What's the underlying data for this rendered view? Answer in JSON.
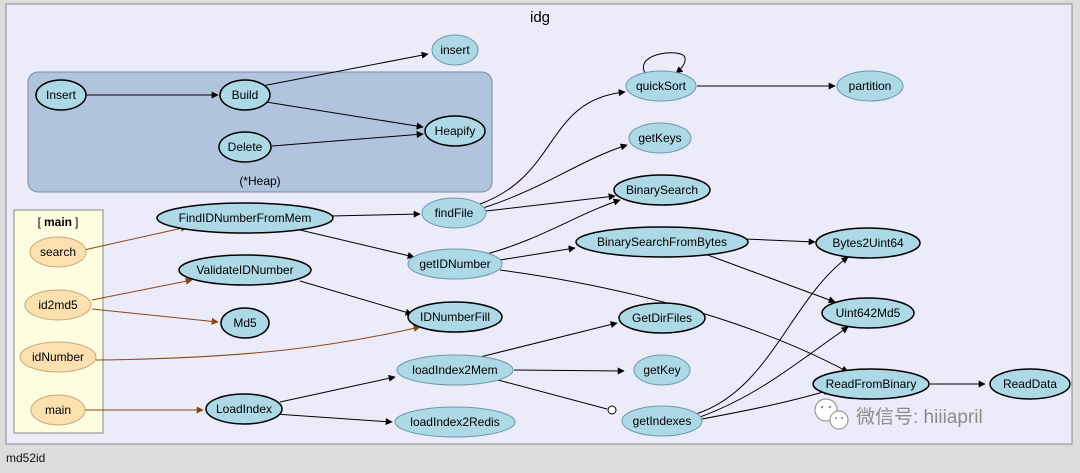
{
  "graph": {
    "title": "idg",
    "status_text": "md52id",
    "watermark": "微信号: hiiiapril",
    "clusters": {
      "heap": {
        "label": "(*Heap)"
      },
      "main": {
        "label": "main"
      }
    },
    "nodes": {
      "insert": "insert",
      "quickSort": "quickSort",
      "partition": "partition",
      "Insert": "Insert",
      "Build": "Build",
      "Heapify": "Heapify",
      "Delete": "Delete",
      "getKeys": "getKeys",
      "BinarySearch": "BinarySearch",
      "findFile": "findFile",
      "FindIDNumberFromMem": "FindIDNumberFromMem",
      "search": "search",
      "getIDNumber": "getIDNumber",
      "BinarySearchFromBytes": "BinarySearchFromBytes",
      "Bytes2Uint64": "Bytes2Uint64",
      "ValidateIDNumber": "ValidateIDNumber",
      "id2md5": "id2md5",
      "Md5": "Md5",
      "IDNumberFill": "IDNumberFill",
      "GetDirFiles": "GetDirFiles",
      "Uint642Md5": "Uint642Md5",
      "idNumber": "idNumber",
      "loadIndex2Mem": "loadIndex2Mem",
      "getKey": "getKey",
      "ReadFromBinary": "ReadFromBinary",
      "ReadData": "ReadData",
      "main": "main",
      "LoadIndex": "LoadIndex",
      "loadIndex2Redis": "loadIndex2Redis",
      "getIndexes": "getIndexes"
    }
  },
  "colors": {
    "canvas": "#ebebfa",
    "heap_cluster": "#b0c4de",
    "main_cluster": "#fffde0",
    "func_node": "#add8e6",
    "entry_node": "#fbe0b0",
    "edge": "#000000",
    "entry_edge": "#8b4513"
  }
}
